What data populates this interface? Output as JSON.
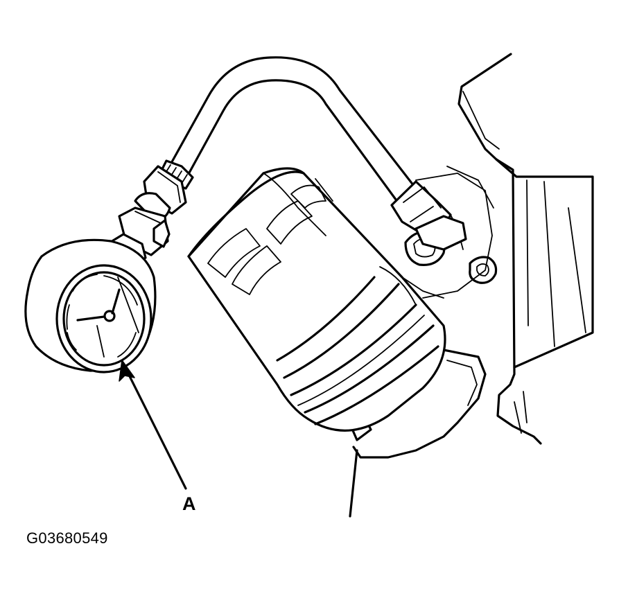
{
  "figure": {
    "callout_label": "A",
    "figure_code": "G03680549"
  },
  "parts": {
    "pressure_gauge": "oil-pressure-gauge",
    "hose": "gauge-hose",
    "oil_filter": "oil-filter",
    "engine_block": "engine-block"
  },
  "colors": {
    "line": "#000000",
    "background": "#ffffff"
  }
}
